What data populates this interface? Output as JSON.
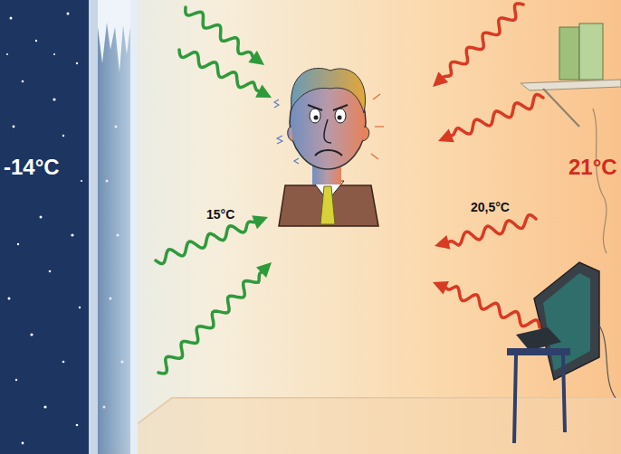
{
  "diagram": {
    "labels": [
      "-14°C",
      "15°C",
      "20,5°C",
      "21°C"
    ]
  }
}
